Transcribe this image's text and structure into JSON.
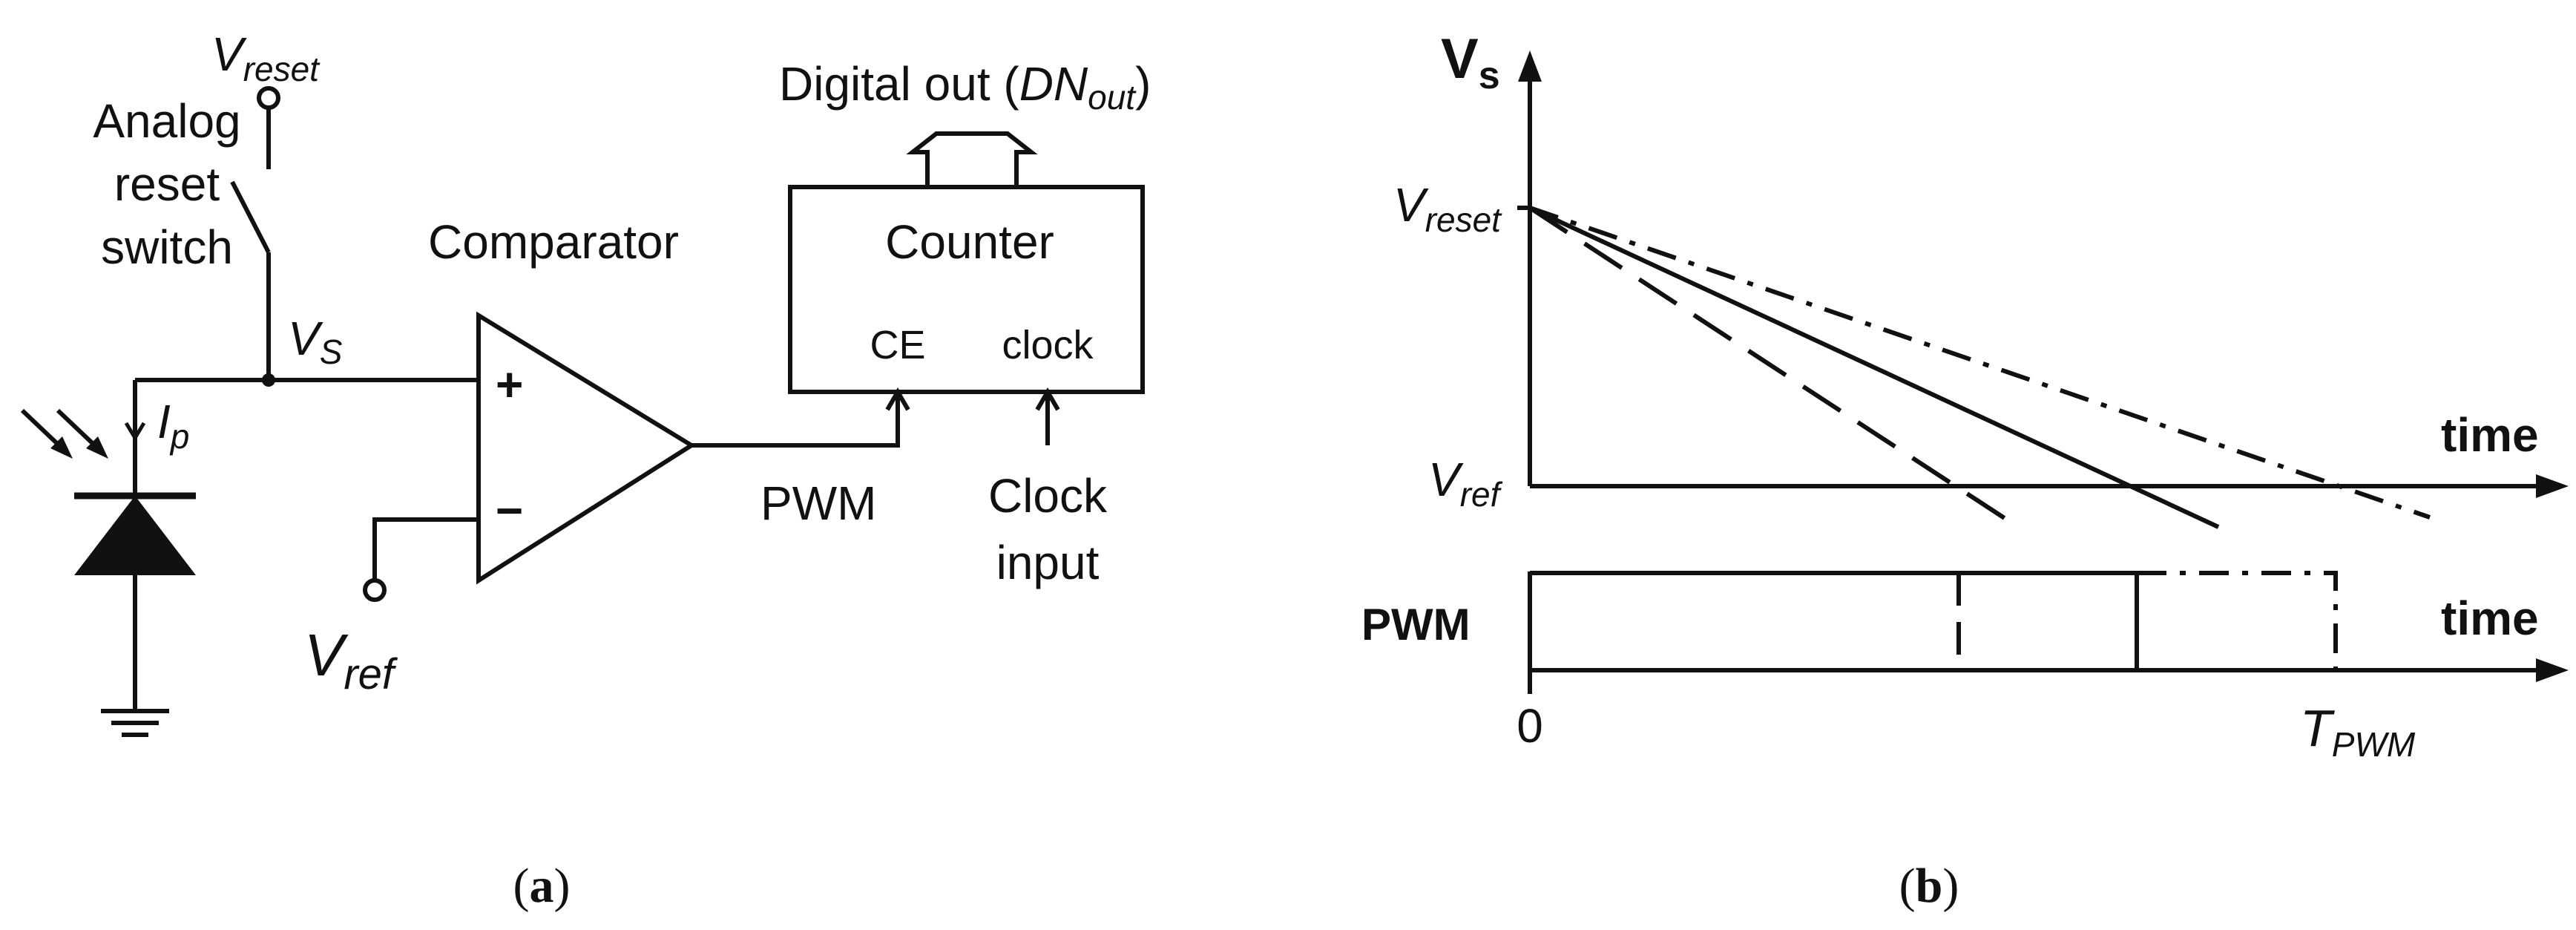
{
  "panel_a": {
    "vreset_main": "V",
    "vreset_sub": "reset",
    "switch_label": [
      "Analog",
      "reset",
      "switch"
    ],
    "vs_main": "V",
    "vs_sub": "S",
    "ip_main": "I",
    "ip_sub": "p",
    "comparator_label": "Comparator",
    "plus_sign": "+",
    "minus_sign": "−",
    "vref_main": "V",
    "vref_sub": "ref",
    "digital_out_prefix": "Digital out (",
    "digital_out_dn": "DN",
    "digital_out_sub": "out",
    "digital_out_suffix": ")",
    "counter_label": "Counter",
    "ce_label": "CE",
    "clock_label": "clock",
    "pwm_label": "PWM",
    "clock_input_label": [
      "Clock",
      "input"
    ],
    "caption_open": "(",
    "caption_letter": "a",
    "caption_close": ")"
  },
  "panel_b": {
    "y_axis_main": "V",
    "y_axis_sub": "s",
    "vreset_main": "V",
    "vreset_sub": "reset",
    "vref_main": "V",
    "vref_sub": "ref",
    "time_label_top": "time",
    "pwm_axis_label": "PWM",
    "time_label_bottom": "time",
    "origin_label": "0",
    "tpwm_main": "T",
    "tpwm_sub": "PWM",
    "caption_open": "(",
    "caption_letter": "b",
    "caption_close": ")"
  }
}
